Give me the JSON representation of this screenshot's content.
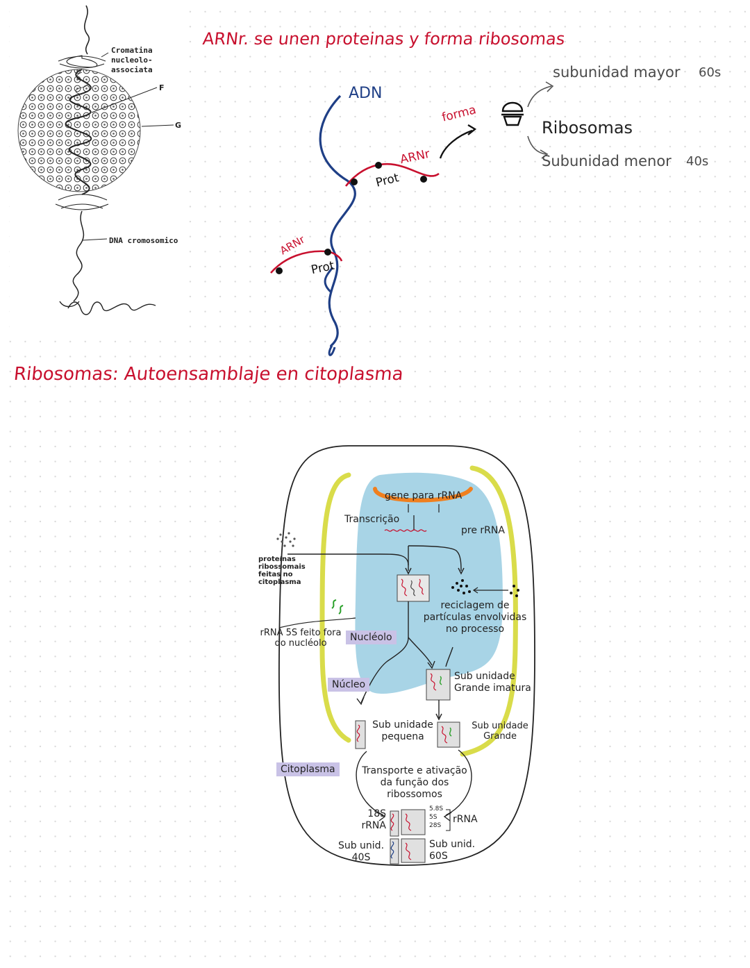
{
  "nucleolus_figure": {
    "label_chromatin": "Cromatina nucleolo-associata",
    "label_f": "F",
    "label_g": "G",
    "label_dna": "DNA cromosomico"
  },
  "notes": {
    "title": "ARNr. se unen proteinas y forma ribosomas",
    "adn": "ADN",
    "arnr_1": "ARNr",
    "prot_1": "Prot",
    "arnr_2": "ARNr",
    "prot_2": "Prot",
    "forma": "forma",
    "ribosomas": "Ribosomas",
    "subunidad_mayor": "subunidad mayor",
    "subunidad_mayor_value": "60s",
    "subunidad_menor": "Subunidad menor",
    "subunidad_menor_value": "40s",
    "section_title": "Ribosomas: Autoensamblaje en citoplasma"
  },
  "cell_diagram": {
    "gene": "gene para rRNA",
    "transcricao": "Transcrição",
    "pre_rrna": "pre rRNA",
    "proteinas": "proteínas ribossomais feitas no citoplasma",
    "reciclagem": "reciclagem de partículas envolvidas no processo",
    "rrna5s": "rRNA 5S feito fora do nucléolo",
    "nucleolo": "Nucléolo",
    "sub_grande_imatura": "Sub unidade Grande imatura",
    "nucleo": "Núcleo",
    "sub_pequena": "Sub unidade pequena",
    "sub_grande": "Sub unidade Grande",
    "citoplasma": "Citoplasma",
    "transporte": "Transporte e ativação da função dos ribossomos",
    "rrna18s": "18S rRNA",
    "rrna_small": [
      "5.8S",
      "5S",
      "28S"
    ],
    "rrna_right": "rRNA",
    "sub40": "Sub unid. 40S",
    "sub60": "Sub unid. 60S"
  },
  "colors": {
    "handwriting_red": "#c8102e",
    "handwriting_blue": "#1f3f86",
    "nucleus_blue": "#a8d4e6",
    "envelope_yellow": "#d9dc4a",
    "gene_orange": "#f07f1e",
    "tag_purple": "#c9c2e6"
  }
}
